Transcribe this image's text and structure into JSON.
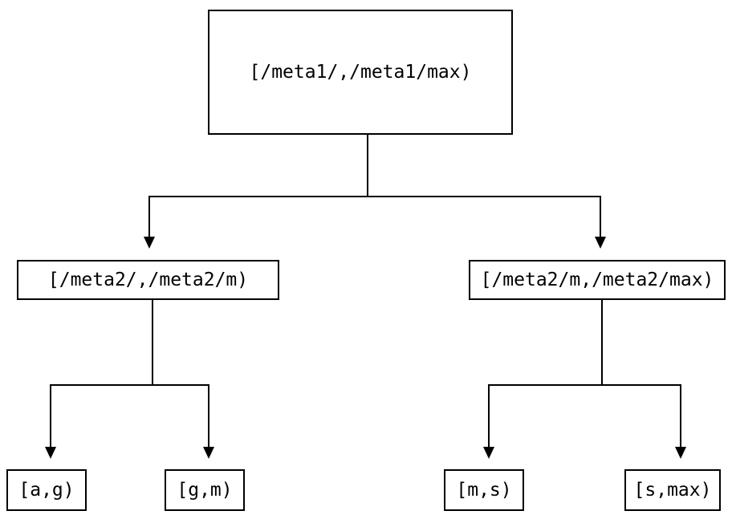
{
  "diagram": {
    "type": "tree",
    "title": "",
    "background_color": "#ffffff",
    "stroke_color": "#000000",
    "text_color": "#000000",
    "stroke_width": 2,
    "arrowhead": "solid-triangle-down",
    "nodes": {
      "root": {
        "label": "[/meta1/,/meta1/max)",
        "level": 0
      },
      "mid_left": {
        "label": "[/meta2/,/meta2/m)",
        "level": 1
      },
      "mid_right": {
        "label": "[/meta2/m,/meta2/max)",
        "level": 1
      },
      "leaf_ag": {
        "label": "[a,g)",
        "level": 2
      },
      "leaf_gm": {
        "label": "[g,m)",
        "level": 2
      },
      "leaf_ms": {
        "label": "[m,s)",
        "level": 2
      },
      "leaf_smax": {
        "label": "[s,max)",
        "level": 2
      }
    },
    "edges": [
      {
        "from": "root",
        "to": "mid_left"
      },
      {
        "from": "root",
        "to": "mid_right"
      },
      {
        "from": "mid_left",
        "to": "leaf_ag"
      },
      {
        "from": "mid_left",
        "to": "leaf_gm"
      },
      {
        "from": "mid_right",
        "to": "leaf_ms"
      },
      {
        "from": "mid_right",
        "to": "leaf_smax"
      }
    ]
  }
}
